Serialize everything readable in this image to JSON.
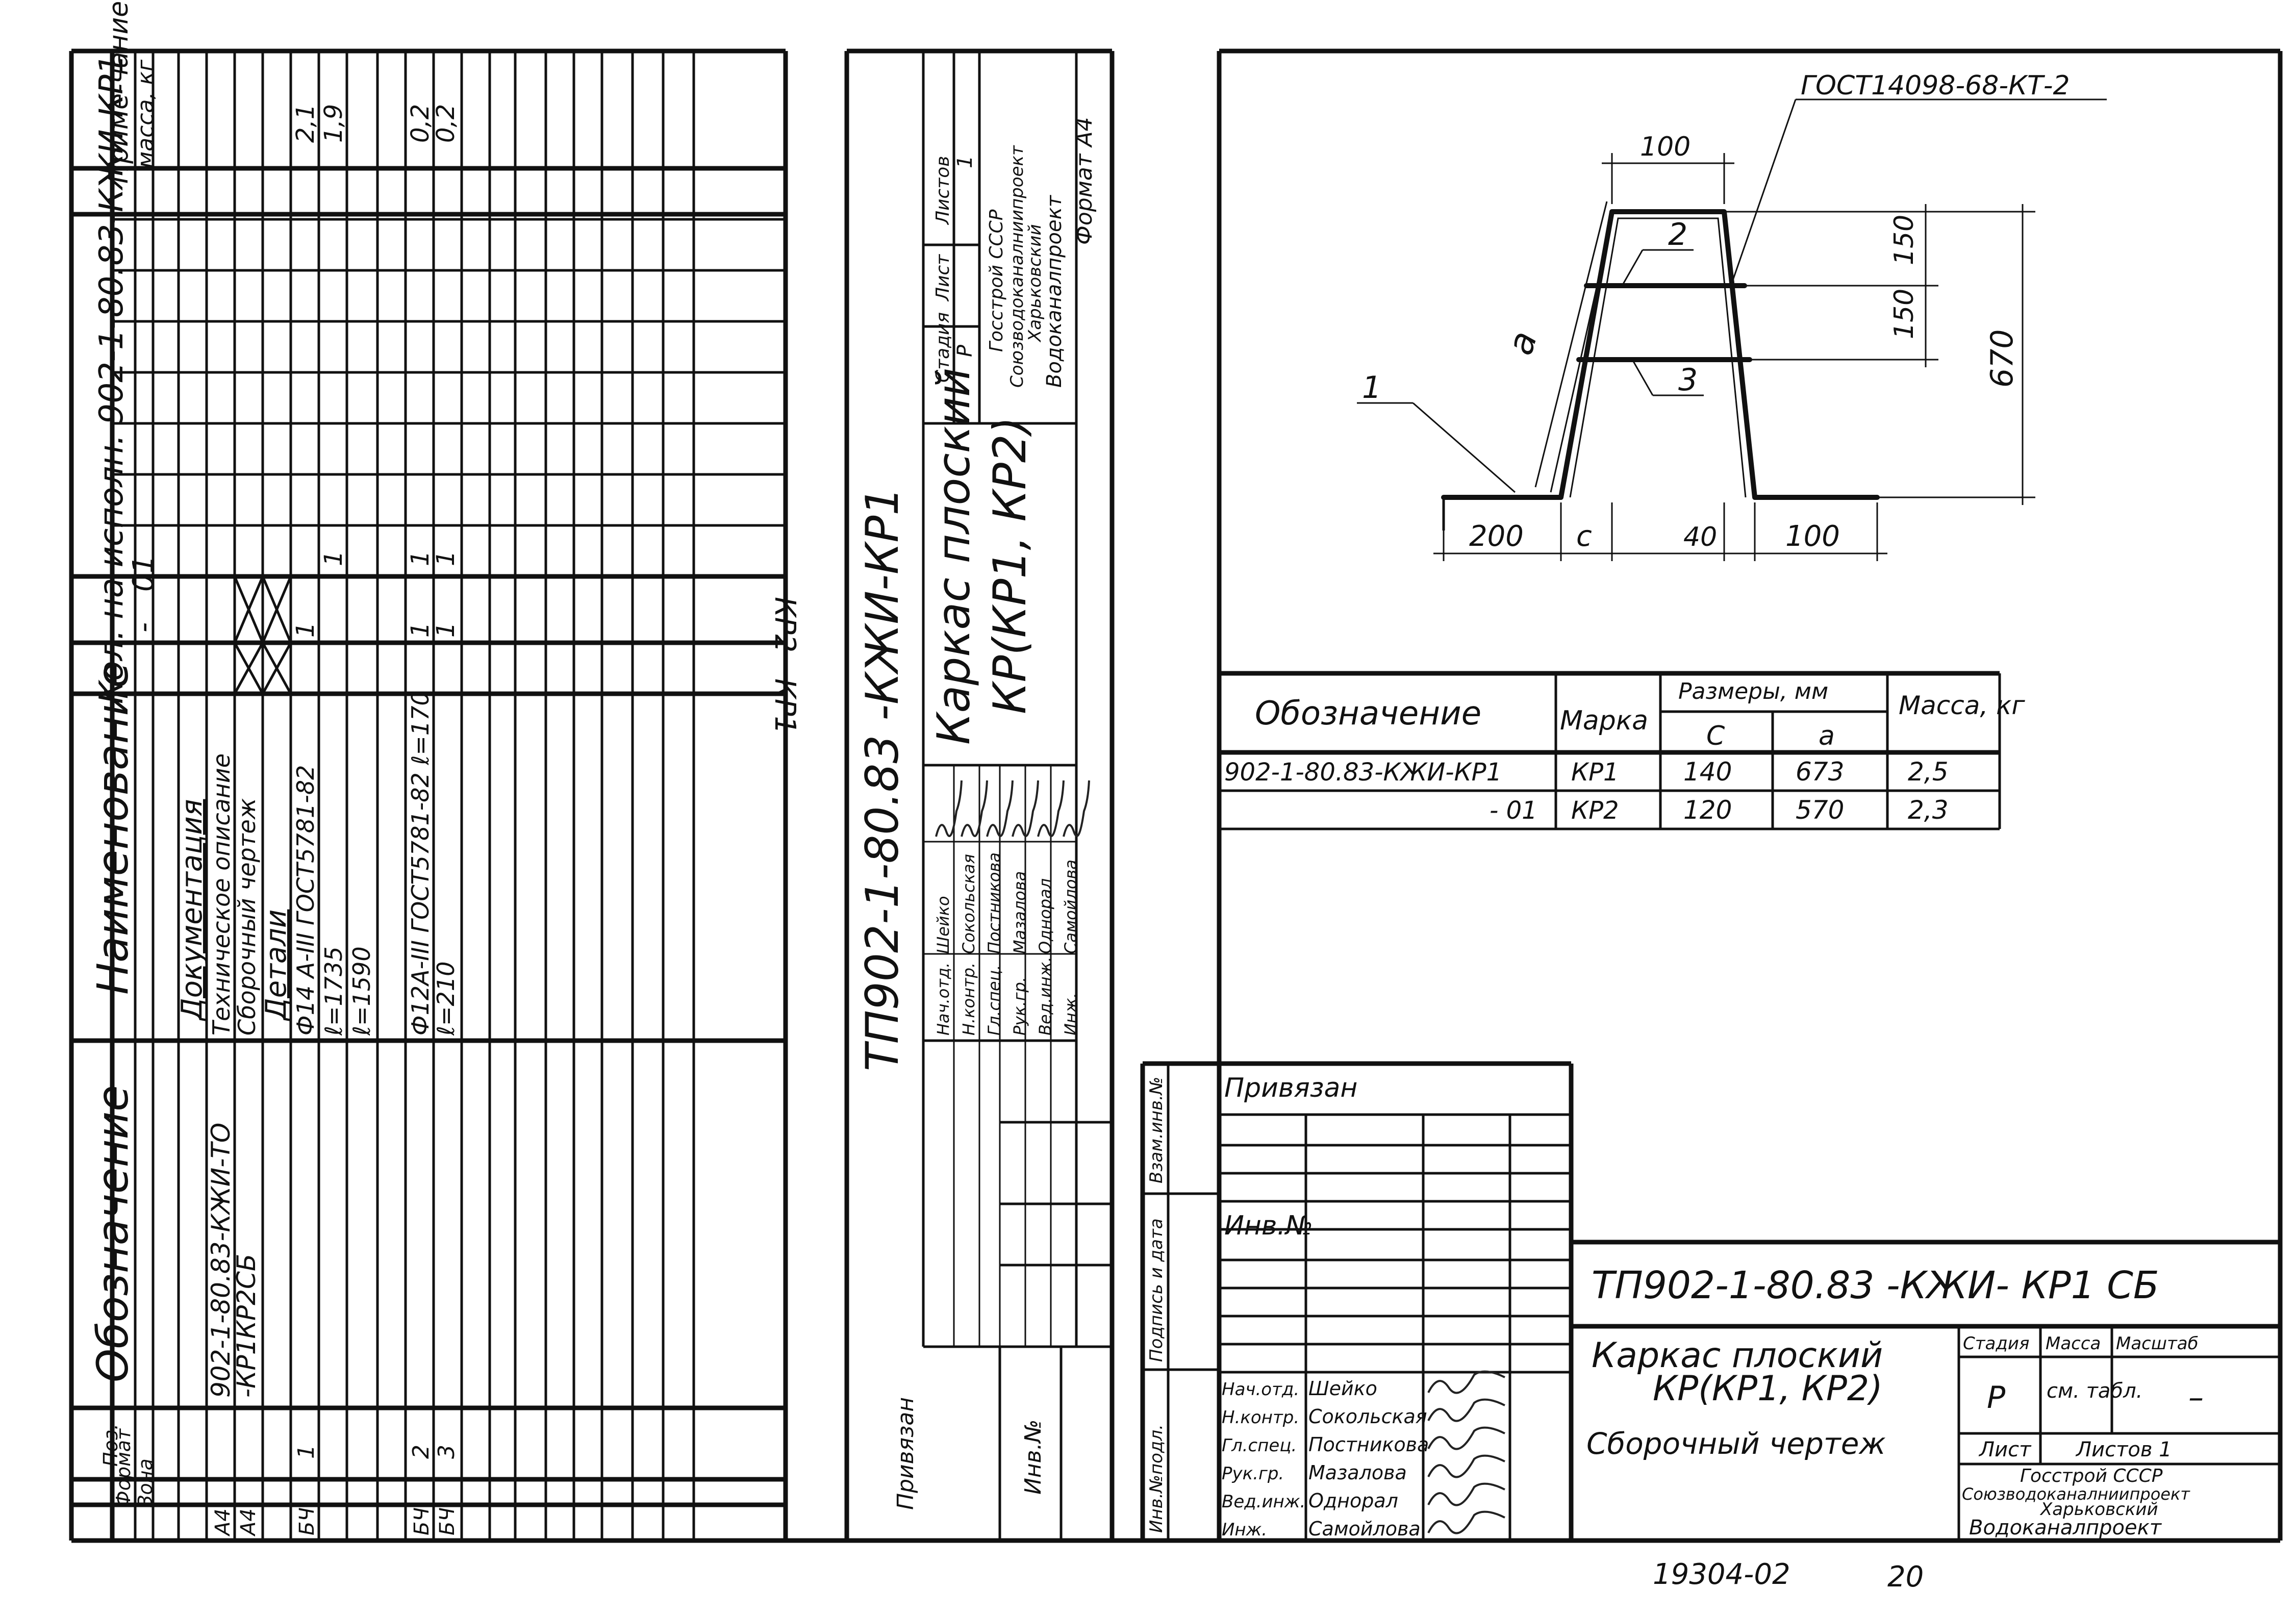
{
  "spec": {
    "headers": {
      "format": "Формат",
      "zone": "Зона",
      "pos": "Поз.",
      "designation": "Обозначение",
      "name": "Наименование",
      "qty": "Кол. на исполн. 902-1-80.83-КЖИ-КР1",
      "note": "Приме-чание",
      "mass": "масса, кг"
    },
    "variant_cols": [
      "-",
      "01"
    ],
    "variant_names": [
      "КР1",
      "КР2"
    ],
    "rows": [
      {
        "fmt": "",
        "pos": "",
        "designation": "",
        "name": "Документация",
        "q0": "",
        "q1": "",
        "mass": "",
        "underline": true
      },
      {
        "fmt": "А4",
        "pos": "",
        "designation": "902-1-80.83-КЖИ-ТО",
        "name": "Техническое описание",
        "q0": "",
        "q1": "",
        "mass": "",
        "cross": true
      },
      {
        "fmt": "А4",
        "pos": "",
        "designation": "-КР1КР2СБ",
        "name": "Сборочный чертеж",
        "q0": "",
        "q1": "",
        "mass": "",
        "cross": true
      },
      {
        "fmt": "",
        "pos": "",
        "designation": "",
        "name": "Детали",
        "q0": "",
        "q1": "",
        "mass": "",
        "underline": true
      },
      {
        "fmt": "БЧ",
        "pos": "1",
        "designation": "",
        "name": "Ф14 А-III ГОСТ5781-82",
        "q0": "1",
        "q1": "",
        "mass": "2,1"
      },
      {
        "fmt": "",
        "pos": "",
        "designation": "",
        "name": "ℓ=1735",
        "q0": "",
        "q1": "1",
        "mass": "1,9"
      },
      {
        "fmt": "",
        "pos": "",
        "designation": "",
        "name": "ℓ=1590",
        "q0": "",
        "q1": "",
        "mass": ""
      },
      {
        "fmt": "БЧ",
        "pos": "2",
        "designation": "",
        "name": "Ф12А-III ГОСТ5781-82 ℓ=170",
        "q0": "1",
        "q1": "1",
        "mass": "0,2"
      },
      {
        "fmt": "БЧ",
        "pos": "3",
        "designation": "",
        "name": "ℓ=210",
        "q0": "1",
        "q1": "1",
        "mass": "0,2"
      }
    ],
    "code": "ТП902-1-80.83 -КЖИ-КР1",
    "title_line1": "Каркас плоский",
    "title_line2": "КР(КР1, КР2)",
    "stage_labels": [
      "Стадия",
      "Лист",
      "Листов"
    ],
    "stage_values": [
      "Р",
      "",
      "1"
    ],
    "org": [
      "Госстрой СССР",
      "Союзводоканалниипроект",
      "Харьковский",
      "Водоканалпроект"
    ],
    "format_note": "Формат А4",
    "people": [
      {
        "role": "Нач.отд.",
        "name": "Шейко"
      },
      {
        "role": "Н.контр.",
        "name": "Сокольская"
      },
      {
        "role": "Гл.спец.",
        "name": "Постникова"
      },
      {
        "role": "Рук.гр.",
        "name": "Мазалова"
      },
      {
        "role": "Вед.инж.",
        "name": "Однорал"
      },
      {
        "role": "Инж.",
        "name": "Самойлова"
      }
    ],
    "privyazan": "Привязан",
    "inv": "Инв.№"
  },
  "drawing": {
    "gost_label": "ГОСТ14098-68-КТ-2",
    "dims": {
      "top": "100",
      "h1": "150",
      "h2": "150",
      "h_total": "670",
      "left": "200",
      "c": "с",
      "gap": "40",
      "right": "100",
      "a": "а"
    },
    "positions": [
      "1",
      "2",
      "3"
    ]
  },
  "table": {
    "headers": {
      "designation": "Обозначение",
      "mark": "Марка",
      "sizes": "Размеры, мм",
      "c": "С",
      "a": "а",
      "mass": "Масса, кг"
    },
    "rows": [
      {
        "designation": "902-1-80.83-КЖИ-КР1",
        "mark": "КР1",
        "c": "140",
        "a": "673",
        "mass": "2,5"
      },
      {
        "designation": "- 01",
        "mark": "КР2",
        "c": "120",
        "a": "570",
        "mass": "2,3"
      }
    ]
  },
  "stamp": {
    "side_labels": [
      "Взам.инв.№",
      "Подпись и дата",
      "Инв.№подл."
    ],
    "privyazan": "Привязан",
    "inv": "Инв.№",
    "code": "ТП902-1-80.83 -КЖИ- КР1 СБ",
    "title_line1": "Каркас плоский",
    "title_line2": "КР(КР1, КР2)",
    "title_line3": "Сборочный чертеж",
    "col_labels": [
      "Стадия",
      "Масса",
      "Масштаб"
    ],
    "col_values": [
      "Р",
      "см. табл.",
      "–"
    ],
    "sheet_labels": [
      "Лист",
      "Листов 1"
    ],
    "org": [
      "Госстрой СССР",
      "Союзводоканалниипроект",
      "Харьковский",
      "Водоканалпроект"
    ],
    "people": [
      {
        "role": "Нач.отд.",
        "name": "Шейко"
      },
      {
        "role": "Н.контр.",
        "name": "Сокольская"
      },
      {
        "role": "Гл.спец.",
        "name": "Постникова"
      },
      {
        "role": "Рук.гр.",
        "name": "Мазалова"
      },
      {
        "role": "Вед.инж.",
        "name": "Однорал"
      },
      {
        "role": "Инж.",
        "name": "Самойлова"
      }
    ]
  },
  "footer": {
    "number": "19304-02",
    "page": "20"
  }
}
